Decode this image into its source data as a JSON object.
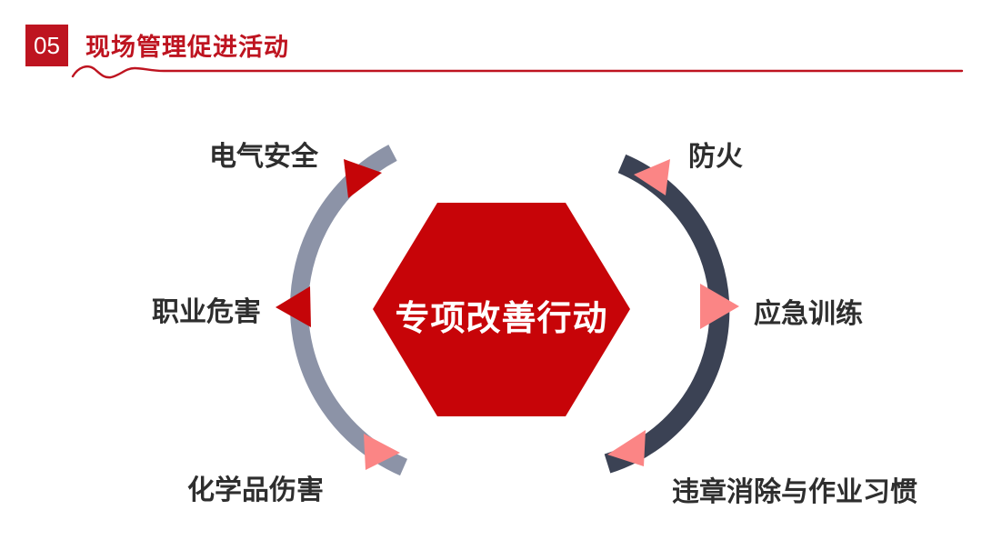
{
  "header": {
    "section_number": "05",
    "section_title": "现场管理促进活动"
  },
  "diagram": {
    "center_label": "专项改善行动",
    "items": [
      {
        "label": "电气安全",
        "position": "top-left",
        "arrow_color": "#C50508"
      },
      {
        "label": "职业危害",
        "position": "middle-left",
        "arrow_color": "#C50508"
      },
      {
        "label": "化学品伤害",
        "position": "bottom-left",
        "arrow_color": "#FB8585"
      },
      {
        "label": "防火",
        "position": "top-right",
        "arrow_color": "#FB8585"
      },
      {
        "label": "应急训练",
        "position": "middle-right",
        "arrow_color": "#FB8585"
      },
      {
        "label": "违章消除与作业习惯",
        "position": "bottom-right",
        "arrow_color": "#FB8585"
      }
    ],
    "colors": {
      "accent_red": "#BE1420",
      "hexagon_red": "#C70408",
      "left_arc_gray": "#8C93A7",
      "right_arc_dark": "#3B4254",
      "pink_arrow": "#FB8585",
      "label_text": "#2E2E2E",
      "center_text": "#FFFFFF"
    }
  }
}
